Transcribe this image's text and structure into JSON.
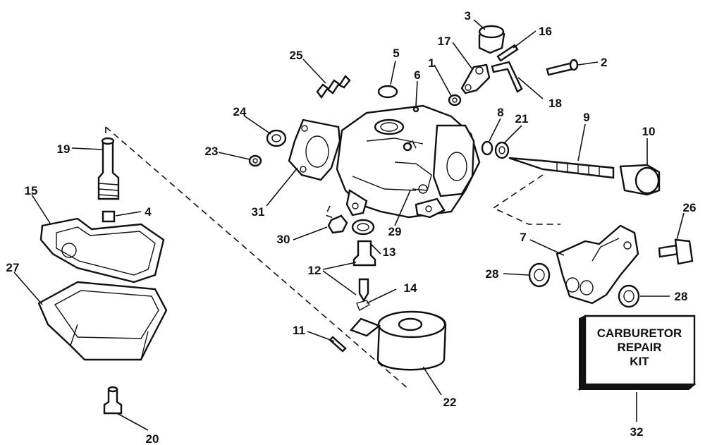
{
  "kit": {
    "line1": "CARBURETOR",
    "line2": "REPAIR",
    "line3": "KIT"
  },
  "callouts": {
    "c1": "1",
    "c2": "2",
    "c3": "3",
    "c4": "4",
    "c5": "5",
    "c6": "6",
    "c7": "7",
    "c8": "8",
    "c9": "9",
    "c10": "10",
    "c11": "11",
    "c12": "12",
    "c13": "13",
    "c14": "14",
    "c15": "15",
    "c16": "16",
    "c17": "17",
    "c18": "18",
    "c19": "19",
    "c20": "20",
    "c21": "21",
    "c22": "22",
    "c23": "23",
    "c24": "24",
    "c25": "25",
    "c26": "26",
    "c27": "27",
    "c28a": "28",
    "c28b": "28",
    "c29": "29",
    "c30": "30",
    "c31": "31",
    "c32": "32"
  }
}
